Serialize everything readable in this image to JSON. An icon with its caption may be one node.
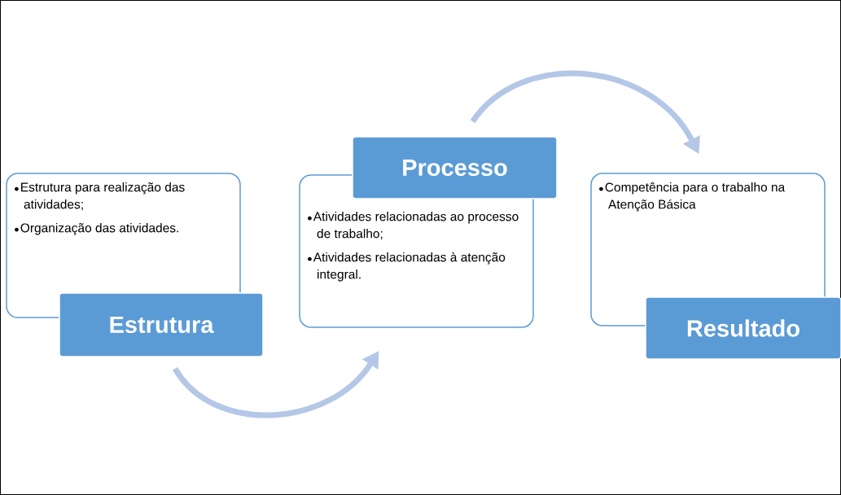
{
  "diagram": {
    "nodes": [
      {
        "text": [
          "Estrutura para realização das atividades;",
          "Organização das atividades."
        ]
      },
      {
        "text": [
          "Estrutura"
        ]
      },
      {
        "text": [
          "Atividades relacionadas ao processo de trabalho;",
          "Atividades relacionadas à atenção integral."
        ]
      },
      {
        "text": [
          "Processo"
        ]
      },
      {
        "text": [
          "Competência para o trabalho na Atenção Básica"
        ]
      },
      {
        "text": [
          "Resultado"
        ]
      }
    ],
    "edges": [
      {
        "from": 1,
        "to": 2,
        "arrow": "to"
      },
      {
        "from": 3,
        "to": 4,
        "arrow": "to"
      }
    ]
  }
}
